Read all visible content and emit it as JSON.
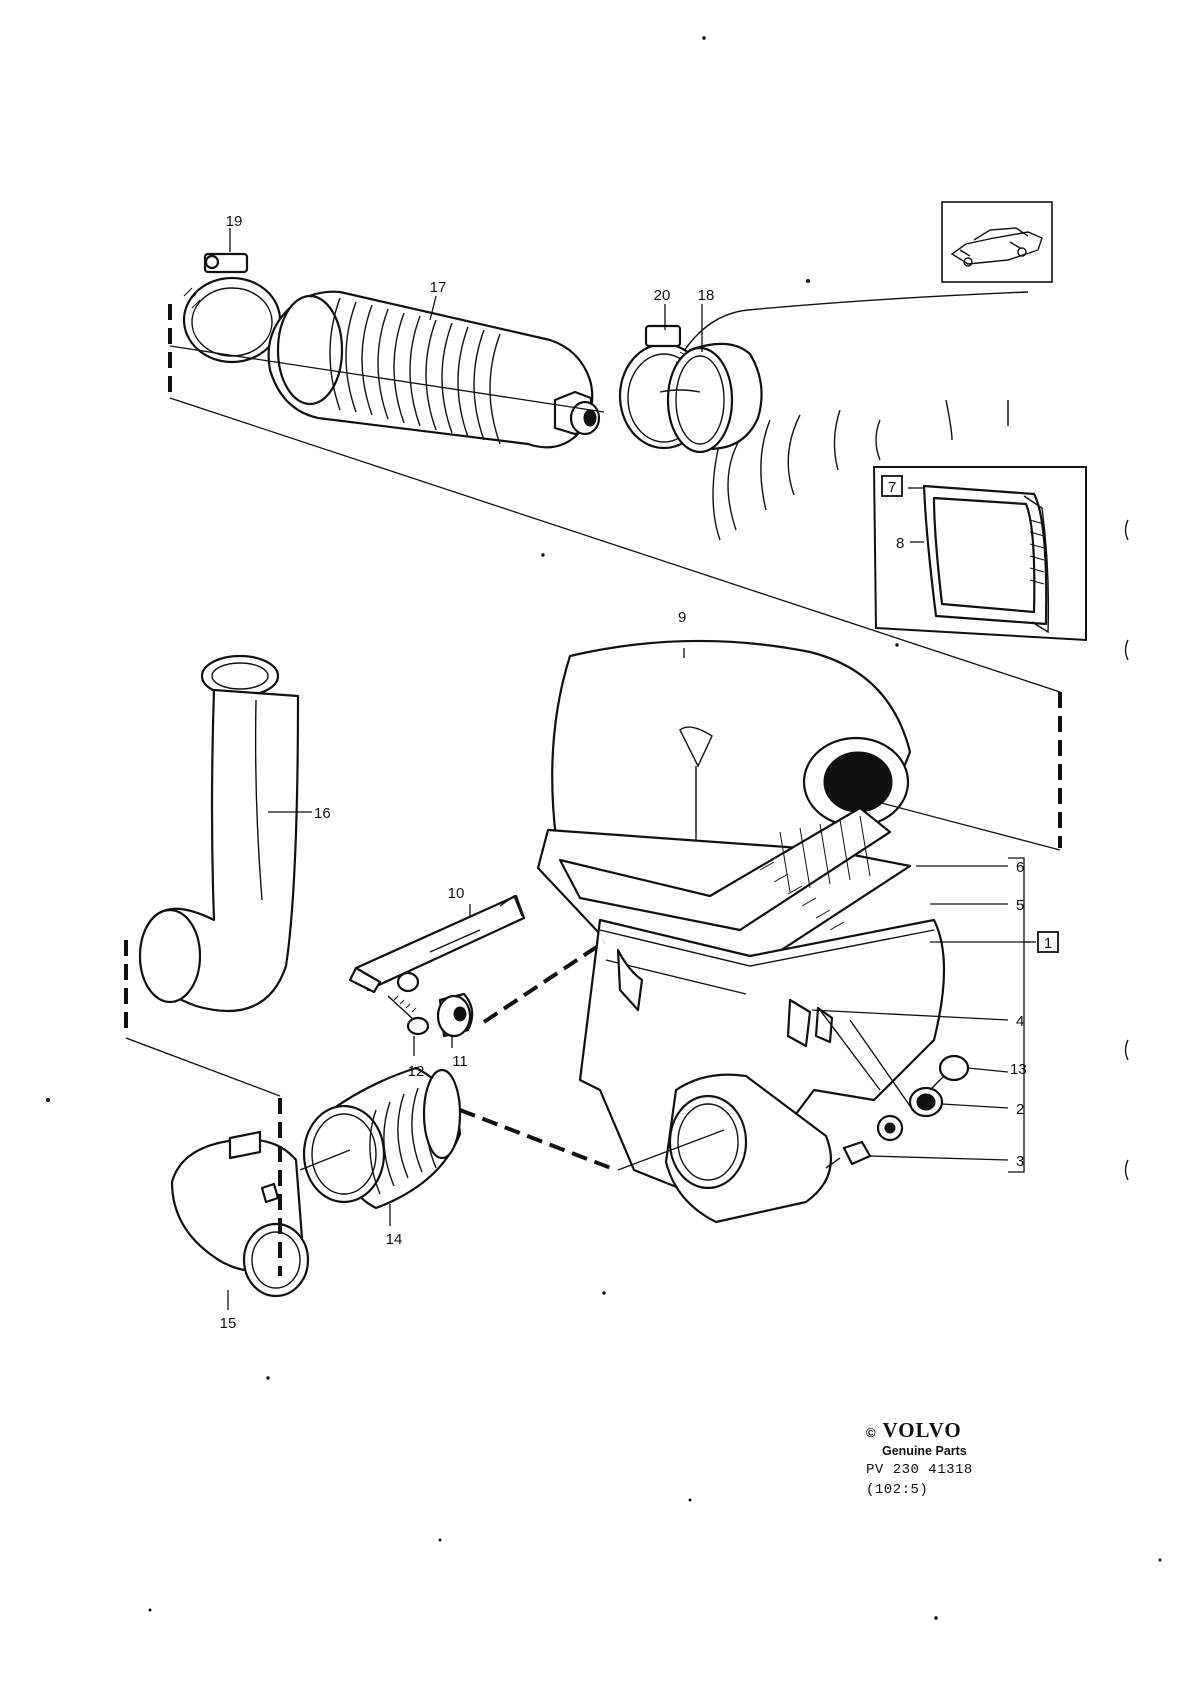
{
  "callouts": {
    "c1": "1",
    "c2": "2",
    "c3": "3",
    "c4": "4",
    "c5": "5",
    "c6": "6",
    "c7": "7",
    "c8": "8",
    "c9": "9",
    "c10": "10",
    "c11": "11",
    "c12": "12",
    "c13": "13",
    "c14": "14",
    "c15": "15",
    "c16": "16",
    "c17": "17",
    "c18": "18",
    "c19": "19",
    "c20": "20"
  },
  "footer": {
    "copyright": "©",
    "brand": "VOLVO",
    "subtitle": "Genuine Parts",
    "ref_number": "PV 230 41318",
    "ref_code": "(102:5)"
  }
}
